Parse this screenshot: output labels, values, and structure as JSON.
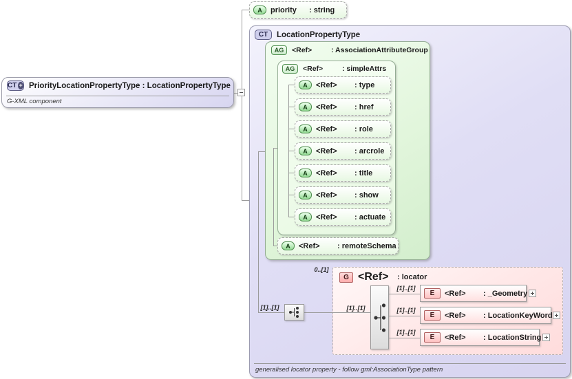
{
  "source_component": {
    "badge": "CT",
    "title": "PriorityLocationPropertyType : LocationPropertyType",
    "annotation": "G-XML component"
  },
  "priority_attribute": {
    "badge": "A",
    "name": "priority",
    "type": ": string"
  },
  "location_property_type": {
    "badge": "CT",
    "title": "LocationPropertyType",
    "annotation": "generalised locator property  - follow gml:AssociationType pattern"
  },
  "association_attribute_group": {
    "badge": "AG",
    "ref": "<Ref>",
    "name": ": AssociationAttributeGroup"
  },
  "simple_attrs": {
    "badge": "AG",
    "ref": "<Ref>",
    "name": ": simpleAttrs",
    "attributes": [
      {
        "badge": "A",
        "ref": "<Ref>",
        "name": ": type"
      },
      {
        "badge": "A",
        "ref": "<Ref>",
        "name": ": href"
      },
      {
        "badge": "A",
        "ref": "<Ref>",
        "name": ": role"
      },
      {
        "badge": "A",
        "ref": "<Ref>",
        "name": ": arcrole"
      },
      {
        "badge": "A",
        "ref": "<Ref>",
        "name": ": title"
      },
      {
        "badge": "A",
        "ref": "<Ref>",
        "name": ": show"
      },
      {
        "badge": "A",
        "ref": "<Ref>",
        "name": ": actuate"
      }
    ]
  },
  "remote_schema": {
    "badge": "A",
    "ref": "<Ref>",
    "name": ": remoteSchema"
  },
  "sequence_occurrence": "[1]..[1]",
  "locator_group": {
    "badge": "G",
    "ref": "<Ref>",
    "name": ": locator",
    "occurrence": "0..[1]",
    "inner_occurrence": "[1]..[1]",
    "elements": [
      {
        "badge": "E",
        "ref": "<Ref>",
        "name": ": _Geometry",
        "occurrence": "[1]..[1]"
      },
      {
        "badge": "E",
        "ref": "<Ref>",
        "name": ": LocationKeyWord",
        "occurrence": "[1]..[1]"
      },
      {
        "badge": "E",
        "ref": "<Ref>",
        "name": ": LocationString",
        "occurrence": "[1]..[1]"
      }
    ]
  },
  "colors": {
    "attribute_green": "#4e8e4e",
    "element_red": "#b06060",
    "complex_type_lavender": "#cfcfed",
    "connector_gray": "#9b9b9b"
  }
}
